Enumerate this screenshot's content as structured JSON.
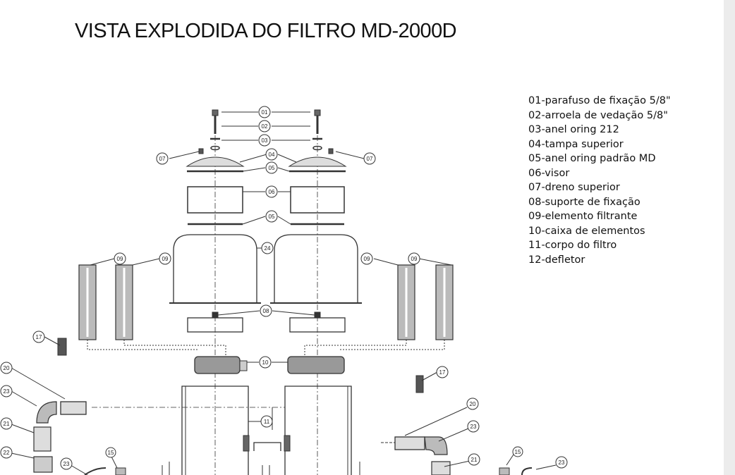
{
  "title": "VISTA EXPLODIDA DO FILTRO MD-2000D",
  "legend": [
    "01-parafuso de fixação 5/8\"",
    "02-arroela de vedação 5/8\"",
    "03-anel oring 212",
    "04-tampa superior",
    "05-anel oring padrão MD",
    "06-visor",
    "07-dreno superior",
    "08-suporte de fixação",
    "09-elemento filtrante",
    "10-caixa de elementos",
    "11-corpo do filtro",
    "12-defletor"
  ],
  "callouts": [
    "01",
    "02",
    "03",
    "04",
    "05",
    "06",
    "07",
    "07",
    "05",
    "24",
    "08",
    "09",
    "09",
    "09",
    "09",
    "10",
    "11",
    "17",
    "17",
    "20",
    "20",
    "23",
    "23",
    "23",
    "23",
    "21",
    "21",
    "22",
    "15",
    "15"
  ]
}
